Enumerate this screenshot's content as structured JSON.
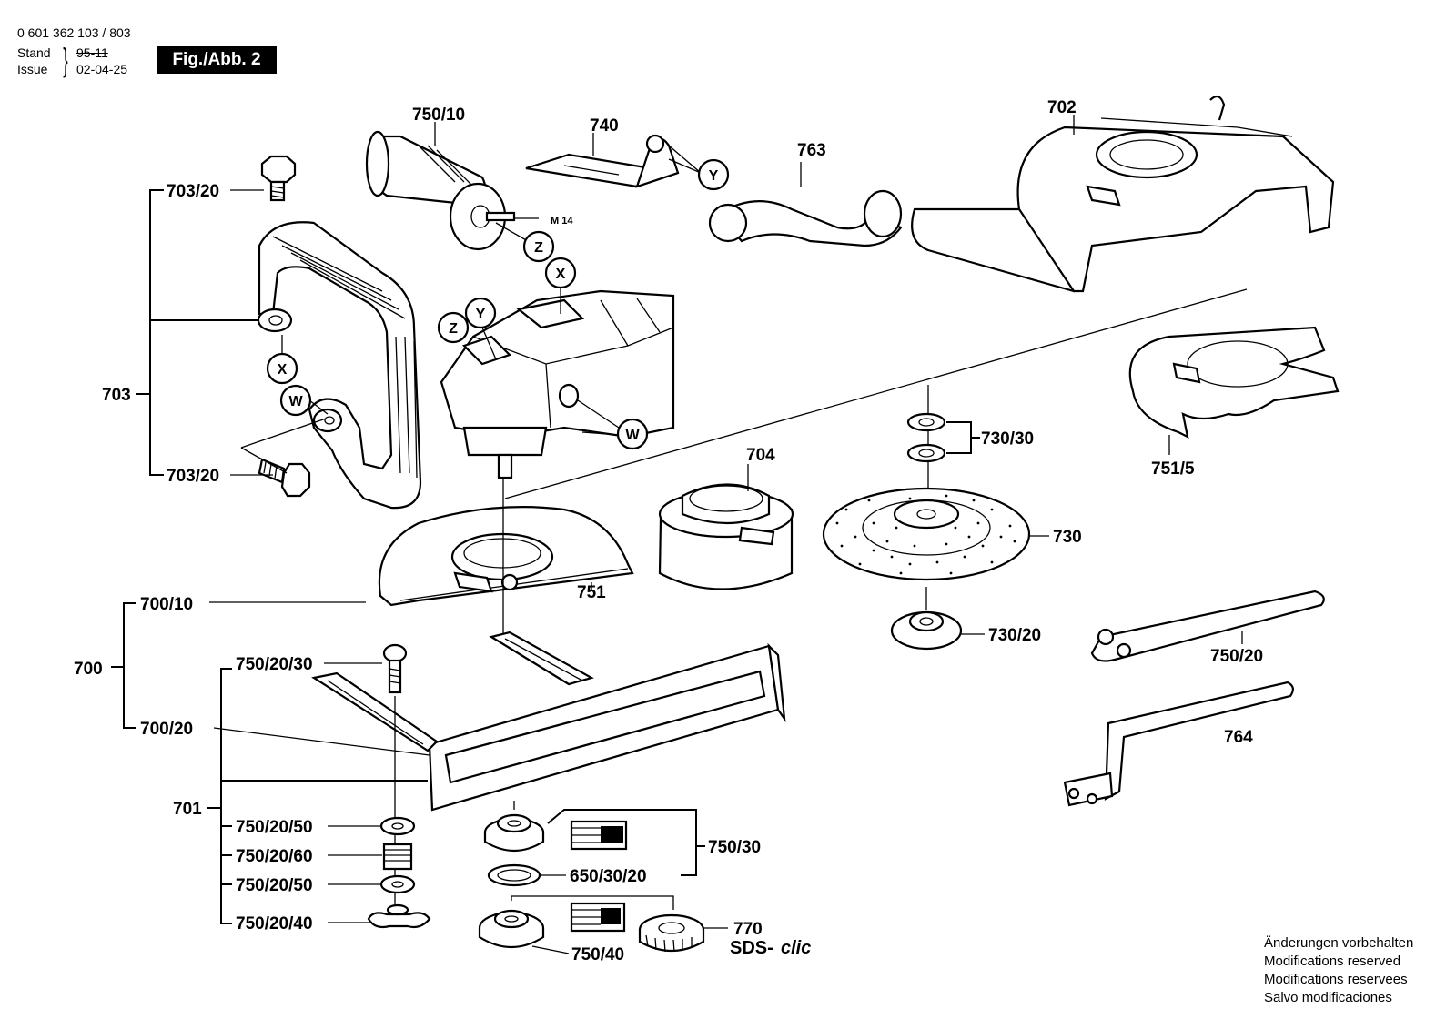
{
  "header": {
    "doc_number": "0 601 362 103 / 803",
    "stand_label": "Stand",
    "stand_value_crossed": "95-11",
    "issue_label": "Issue",
    "issue_value": "02-04-25",
    "figure_badge": "Fig./Abb. 2"
  },
  "callouts": {
    "c_703_20_top": "703/20",
    "c_703": "703",
    "c_703_20_bot": "703/20",
    "c_750_10": "750/10",
    "c_740": "740",
    "c_m14": "M 14",
    "c_763": "763",
    "c_702": "702",
    "c_730_30": "730/30",
    "c_751_5": "751/5",
    "c_704": "704",
    "c_730": "730",
    "c_751": "751",
    "c_700_10": "700/10",
    "c_700": "700",
    "c_730_20": "730/20",
    "c_750_20": "750/20",
    "c_750_20_30": "750/20/30",
    "c_700_20": "700/20",
    "c_764": "764",
    "c_701": "701",
    "c_750_20_50_a": "750/20/50",
    "c_750_20_60": "750/20/60",
    "c_750_20_50_b": "750/20/50",
    "c_750_20_40": "750/20/40",
    "c_750_30": "750/30",
    "c_650_30_20": "650/30/20",
    "c_750_40": "750/40",
    "c_770": "770",
    "c_sds_prefix": "SDS-",
    "c_sds_suffix": "clic"
  },
  "letter_markers": {
    "y_740": "Y",
    "z_750_10": "Z",
    "x_body": "X",
    "z_body": "Z",
    "y_body": "Y",
    "x_handle": "X",
    "w_handle": "W",
    "w_body": "W"
  },
  "notes": [
    "Änderungen vorbehalten",
    "Modifications reserved",
    "Modifications reservees",
    "Salvo modificaciones"
  ]
}
